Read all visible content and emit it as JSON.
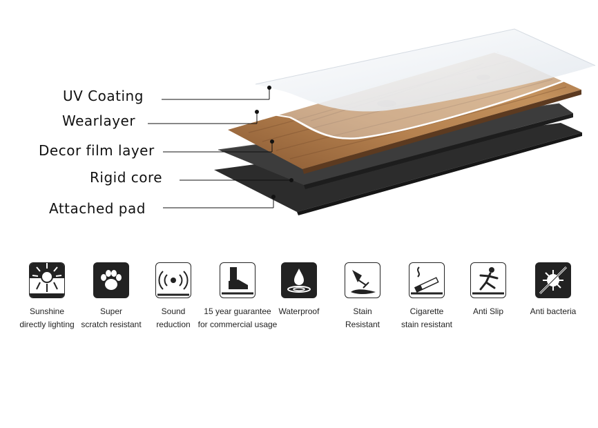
{
  "diagram": {
    "layers": [
      {
        "label": "UV Coating"
      },
      {
        "label": "Wearlayer"
      },
      {
        "label": "Decor film layer"
      },
      {
        "label": "Rigid core"
      },
      {
        "label": "Attached pad"
      }
    ],
    "colors": {
      "wood": "#a8754a",
      "wood_dark": "#7e5330",
      "core": "#3a3a3a",
      "pad": "#2b2b2b",
      "film": "#eef2f6"
    }
  },
  "features": [
    {
      "icon": "sunshine-icon",
      "line1": "Sunshine",
      "line2": "directly lighting"
    },
    {
      "icon": "paw-scratch-icon",
      "line1": "Super",
      "line2": "scratch resistant"
    },
    {
      "icon": "sound-icon",
      "line1": "Sound",
      "line2": "reduction"
    },
    {
      "icon": "shoe-icon",
      "line1": "15 year guarantee",
      "line2": "for commercial usage"
    },
    {
      "icon": "water-drop-icon",
      "line1": "Waterproof",
      "line2": ""
    },
    {
      "icon": "wine-glass-icon",
      "line1": "Stain",
      "line2": "Resistant"
    },
    {
      "icon": "cigarette-icon",
      "line1": "Cigarette",
      "line2": "stain resistant"
    },
    {
      "icon": "slip-icon",
      "line1": "Anti Slip",
      "line2": ""
    },
    {
      "icon": "bacteria-icon",
      "line1": "Anti bacteria",
      "line2": ""
    }
  ]
}
